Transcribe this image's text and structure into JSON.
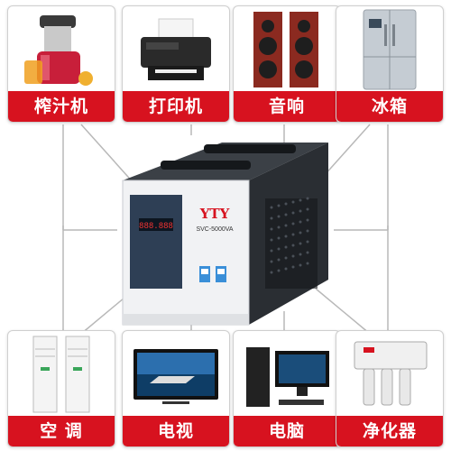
{
  "top_cards": [
    {
      "label": "榨汁机",
      "icon": "juicer-icon"
    },
    {
      "label": "打印机",
      "icon": "printer-icon"
    },
    {
      "label": "音响",
      "icon": "speaker-icon"
    },
    {
      "label": "冰箱",
      "icon": "refrigerator-icon"
    }
  ],
  "bottom_cards": [
    {
      "label": "空 调",
      "icon": "air-conditioner-icon"
    },
    {
      "label": "电视",
      "icon": "tv-icon"
    },
    {
      "label": "电脑",
      "icon": "computer-icon"
    },
    {
      "label": "净化器",
      "icon": "purifier-icon"
    }
  ],
  "product": {
    "brand": "YTY",
    "model": "SVC-5000VA",
    "display": "888.888"
  },
  "colors": {
    "label_bg": "#d7121f",
    "product_body": "#2e3338",
    "front_panel": "#f1f2f4"
  }
}
